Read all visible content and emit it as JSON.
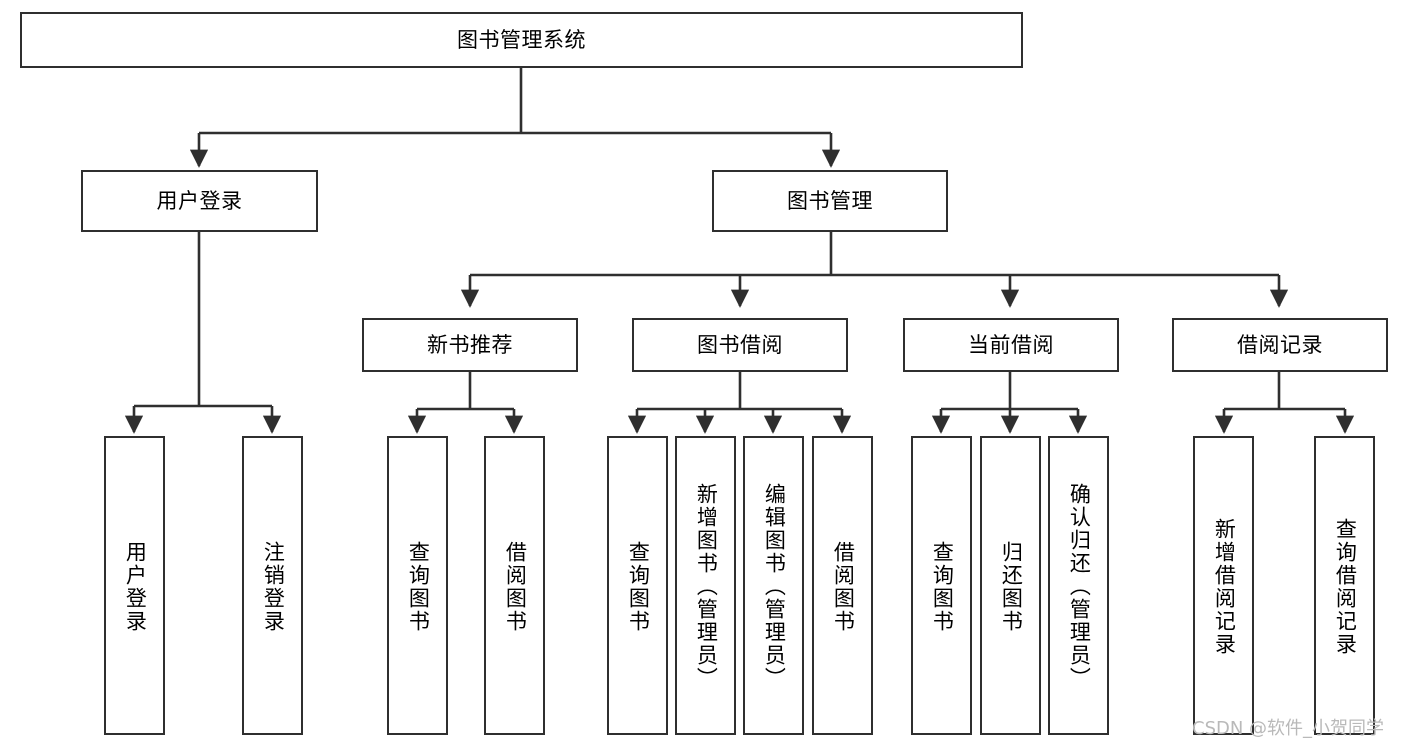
{
  "diagram": {
    "title": "图书管理系统",
    "type": "tree-hierarchy",
    "style": {
      "box_border_color": "#2f2f2f",
      "box_fill_color": "#ffffff",
      "line_color": "#2f2f2f",
      "text_color": "#000000",
      "background": "#ffffff"
    },
    "root": {
      "label": "图书管理系统"
    },
    "level2": [
      {
        "label": "用户登录"
      },
      {
        "label": "图书管理"
      }
    ],
    "level3": [
      {
        "label": "新书推荐"
      },
      {
        "label": "图书借阅"
      },
      {
        "label": "当前借阅"
      },
      {
        "label": "借阅记录"
      }
    ],
    "leaves": {
      "user_login": [
        {
          "label": "用户登录"
        },
        {
          "label": "注销登录"
        }
      ],
      "new_book_recommend": [
        {
          "label": "查询图书"
        },
        {
          "label": "借阅图书"
        }
      ],
      "book_borrow": [
        {
          "label": "查询图书"
        },
        {
          "label": "新增图书（管理员）"
        },
        {
          "label": "编辑图书（管理员）"
        },
        {
          "label": "借阅图书"
        }
      ],
      "current_borrow": [
        {
          "label": "查询图书"
        },
        {
          "label": "归还图书"
        },
        {
          "label": "确认归还（管理员）"
        }
      ],
      "borrow_record": [
        {
          "label": "新增借阅记录"
        },
        {
          "label": "查询借阅记录"
        }
      ]
    }
  },
  "watermark": {
    "text": "CSDN @软件_小贺同学"
  }
}
